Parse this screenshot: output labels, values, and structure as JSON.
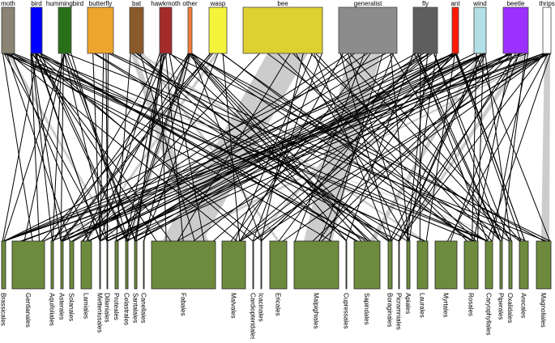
{
  "pollinators": [
    {
      "label": "moth",
      "color": "#8b8373"
    },
    {
      "label": "bird",
      "color": "#0000ff"
    },
    {
      "label": "hummingbird",
      "color": "#2a701a"
    },
    {
      "label": "butterfly",
      "color": "#eea52d"
    },
    {
      "label": "bat",
      "color": "#8b5a2b"
    },
    {
      "label": "hawkmoth",
      "color": "#a52a2a"
    },
    {
      "label": "other",
      "color": "#f47c3c"
    },
    {
      "label": "wasp",
      "color": "#f4f43c"
    },
    {
      "label": "bee",
      "color": "#ddd030"
    },
    {
      "label": "generalist",
      "color": "#8c8c8c"
    },
    {
      "label": "fly",
      "color": "#5e5e5e"
    },
    {
      "label": "ant",
      "color": "#ff1a00"
    },
    {
      "label": "wind",
      "color": "#b2e0e6"
    },
    {
      "label": "beetle",
      "color": "#9b30ff"
    },
    {
      "label": "thrips",
      "color": "#ffffff"
    }
  ],
  "plant_orders": [
    "Brassicales",
    "Gentianales",
    "Aquifoliales",
    "Asterales",
    "Solanales",
    "Lamiales",
    "Metteniusales",
    "Dilleniales",
    "Proteales",
    "Celastrales",
    "Santalales",
    "Canellales",
    "Fabales",
    "Malvales",
    "Cardiopteridales",
    "Icacinales",
    "Ericales",
    "Malpighiales",
    "Cupressales",
    "Sapindales",
    "Boraginales",
    "Picramniales",
    "Apiales",
    "Laurales",
    "Myrtales",
    "Rosales",
    "Caryophyllales",
    "Piperales",
    "Oxalidales",
    "Arecales",
    "Magnoliales"
  ],
  "plant_color": "#6e8b3d",
  "link_color": "#000000",
  "band_color": "#cccccc"
}
